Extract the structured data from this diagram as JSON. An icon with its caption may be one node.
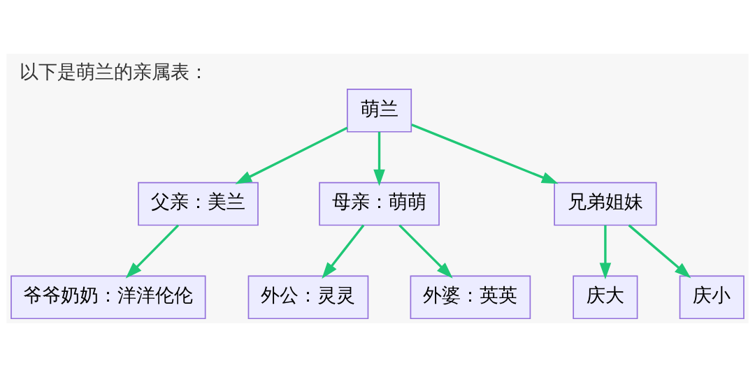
{
  "diagram": {
    "title": "以下是萌兰的亲属表：",
    "nodes": [
      {
        "text": [
          "萌兰"
        ]
      },
      {
        "text": [
          "父亲：美兰"
        ]
      },
      {
        "text": [
          "母亲：萌萌"
        ]
      },
      {
        "text": [
          "兄弟姐妹"
        ]
      },
      {
        "text": [
          "爷爷奶奶：洋洋伦伦"
        ]
      },
      {
        "text": [
          "外公：灵灵"
        ]
      },
      {
        "text": [
          "外婆：英英"
        ]
      },
      {
        "text": [
          "庆大"
        ]
      },
      {
        "text": [
          "庆小"
        ]
      }
    ],
    "edges": [
      {
        "from": 0,
        "to": 1,
        "arrow": "to"
      },
      {
        "from": 0,
        "to": 2,
        "arrow": "to"
      },
      {
        "from": 0,
        "to": 3,
        "arrow": "to"
      },
      {
        "from": 1,
        "to": 4,
        "arrow": "to"
      },
      {
        "from": 2,
        "to": 5,
        "arrow": "to"
      },
      {
        "from": 2,
        "to": 6,
        "arrow": "to"
      },
      {
        "from": 3,
        "to": 7,
        "arrow": "to"
      },
      {
        "from": 3,
        "to": 8,
        "arrow": "to"
      }
    ]
  }
}
